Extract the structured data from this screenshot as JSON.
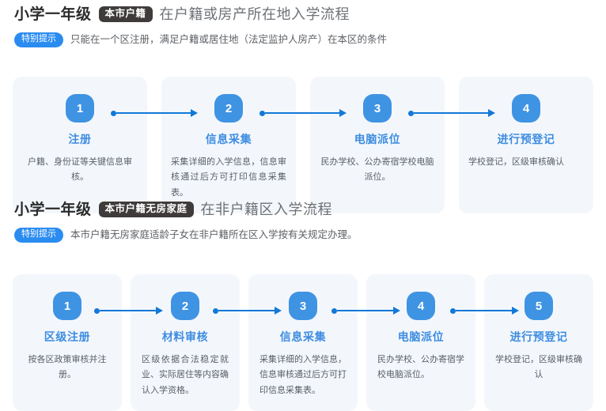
{
  "sections": [
    {
      "title_strong": "小学一年级",
      "badge": "本市户籍",
      "title_rest": "在户籍或房产所在地入学流程",
      "note_badge": "特别提示",
      "note_text": "只能在一个区注册，满足户籍或居住地（法定监护人房产）在本区的条件",
      "steps": [
        {
          "num": "1",
          "title": "注册",
          "desc": "户籍、身份证等关键信息审核。"
        },
        {
          "num": "2",
          "title": "信息采集",
          "desc": "采集详细的入学信息，信息审核通过后方可打印信息采集表。"
        },
        {
          "num": "3",
          "title": "电脑派位",
          "desc": "民办学校、公办寄宿学校电脑派位。"
        },
        {
          "num": "4",
          "title": "进行预登记",
          "desc": "学校登记，区级审核确认"
        }
      ]
    },
    {
      "title_strong": "小学一年级",
      "badge": "本市户籍无房家庭",
      "title_rest": "在非户籍区入学流程",
      "note_badge": "特别提示",
      "note_text": "本市户籍无房家庭适龄子女在非户籍所在区入学按有关规定办理。",
      "steps": [
        {
          "num": "1",
          "title": "区级注册",
          "desc": "按各区政策审核并注册。"
        },
        {
          "num": "2",
          "title": "材料审核",
          "desc": "区级依据合法稳定就业、实际居住等内容确认入学资格。"
        },
        {
          "num": "3",
          "title": "信息采集",
          "desc": "采集详细的入学信息，信息审核通过后方可打印信息采集表。"
        },
        {
          "num": "4",
          "title": "电脑派位",
          "desc": "民办学校、公办寄宿学校电脑派位。"
        },
        {
          "num": "5",
          "title": "进行预登记",
          "desc": "学校登记，区级审核确认"
        }
      ]
    }
  ],
  "colors": {
    "accent_blue": "#3f93e3",
    "arrow_blue": "#1378d8",
    "card_bg": "#f3f7fc",
    "badge_dark": "#403b3b",
    "note_blue": "#2a8cf0",
    "title_gray": "#6d7176",
    "page_bg": "#ffffff"
  }
}
